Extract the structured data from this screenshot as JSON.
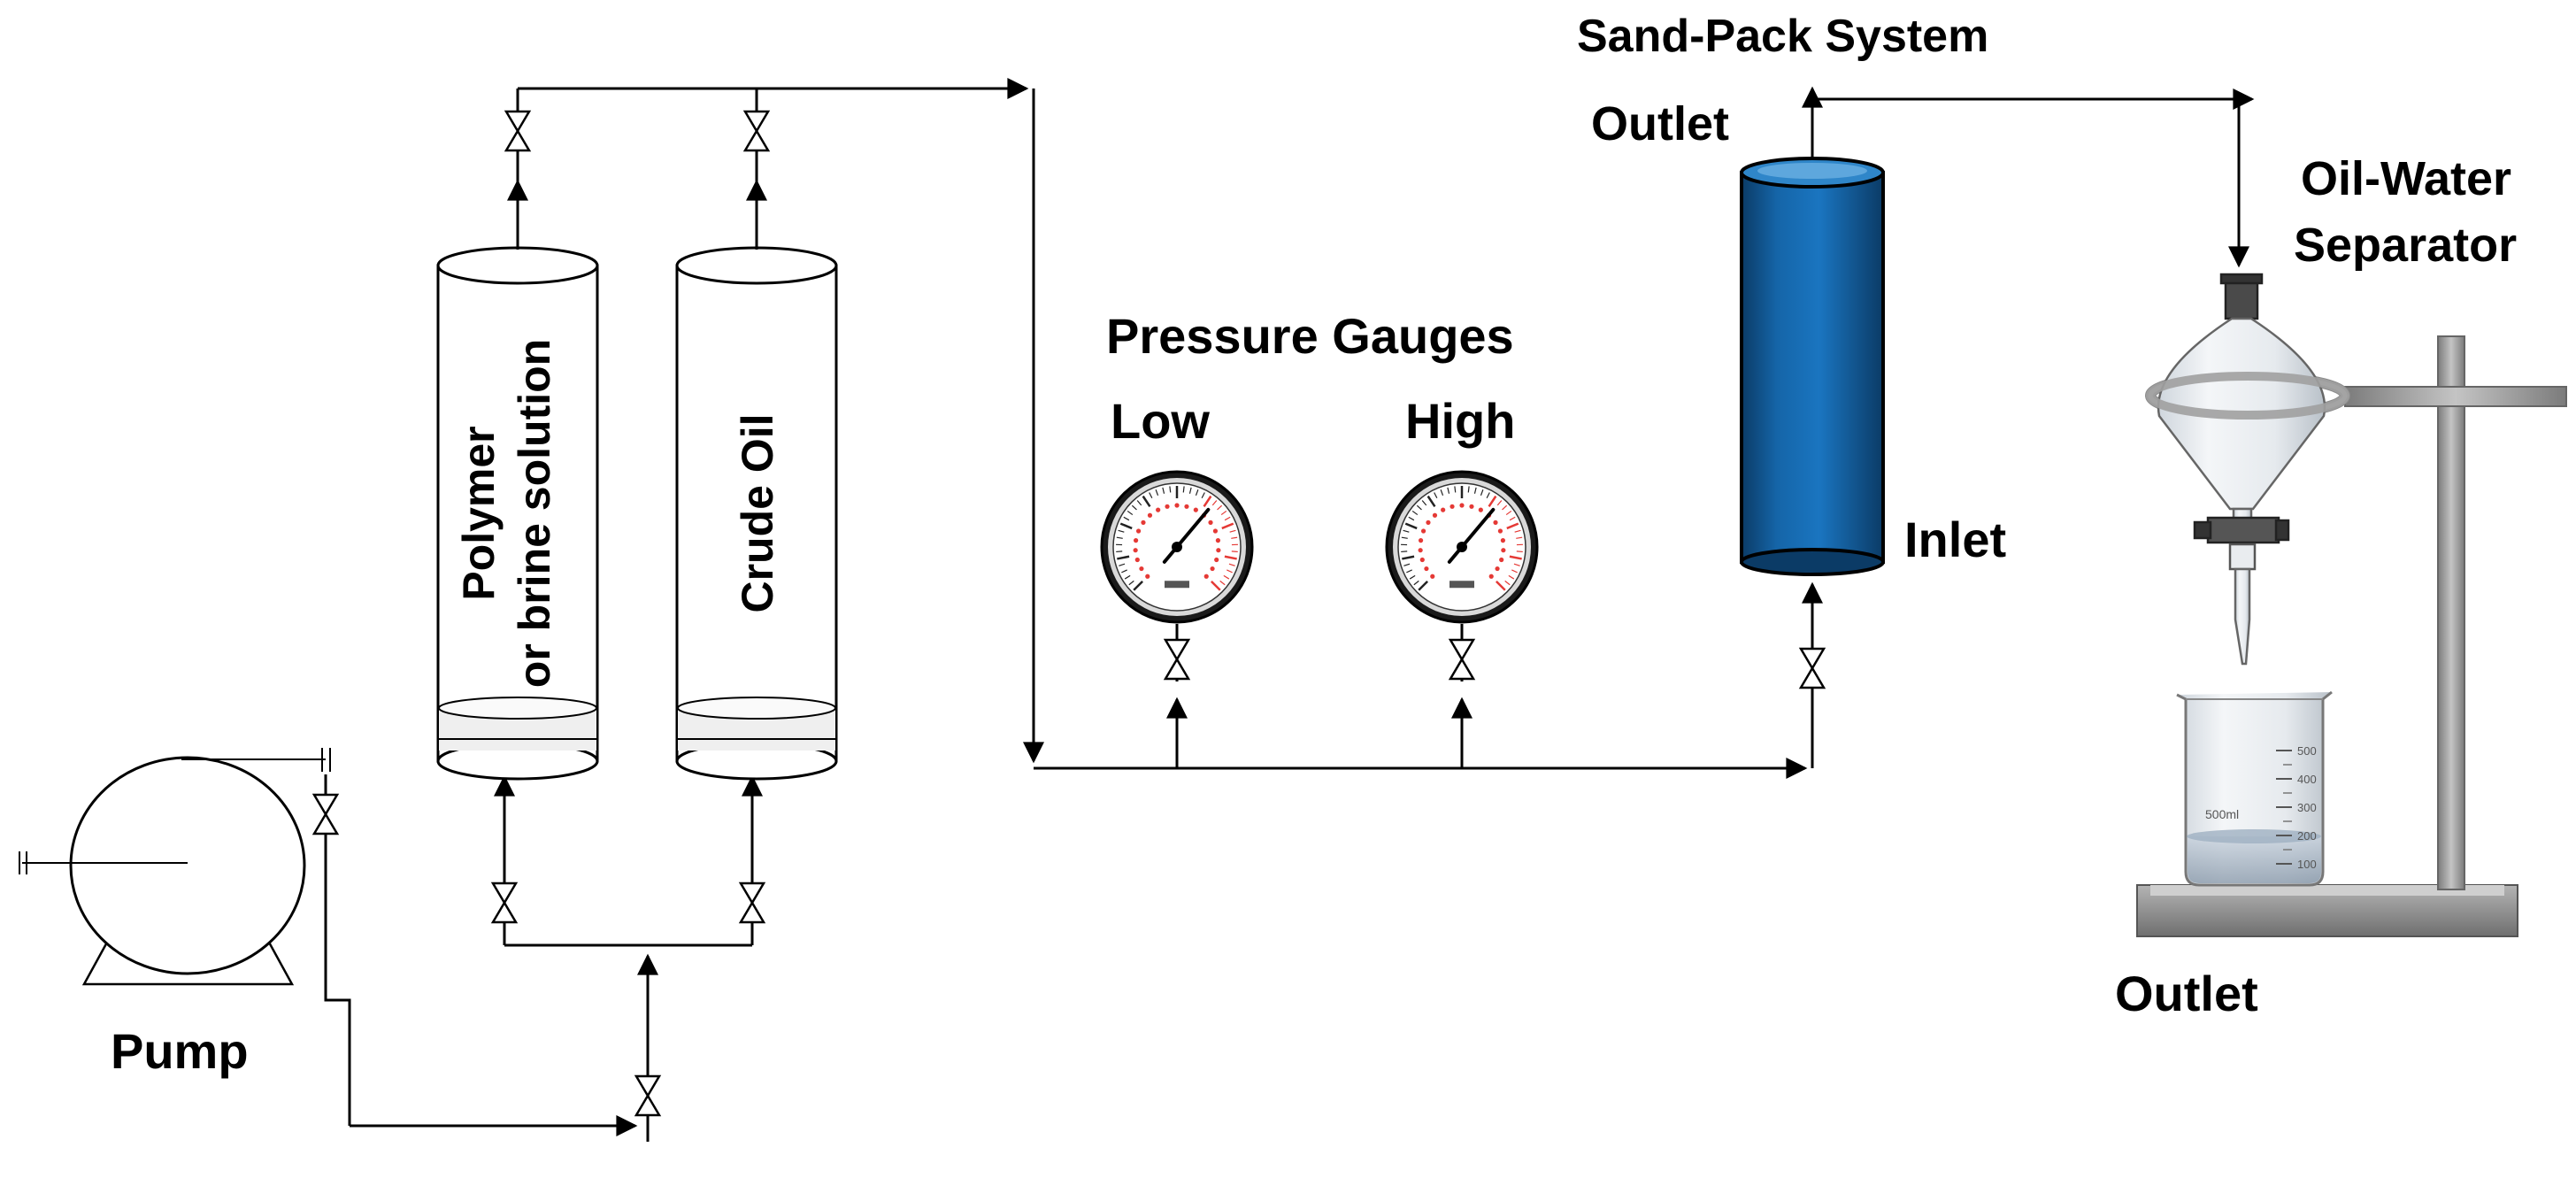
{
  "labels": {
    "pump": "Pump",
    "tank1_line1": "Polymer",
    "tank1_line2": "or brine solution",
    "tank2": "Crude Oil",
    "gauges_title": "Pressure Gauges",
    "gauge_low": "Low",
    "gauge_high": "High",
    "sandpack_title": "Sand-Pack System",
    "sandpack_outlet": "Outlet",
    "sandpack_inlet": "Inlet",
    "separator_line1": "Oil-Water",
    "separator_line2": "Separator",
    "separator_outlet": "Outlet"
  },
  "beaker": {
    "volume_label": "500ml",
    "scale": [
      "500",
      "400",
      "300",
      "200",
      "100"
    ]
  },
  "icons": [
    "pump-icon",
    "valve-icon",
    "arrow-icon",
    "pressure-gauge-icon",
    "sand-pack-column-icon",
    "separatory-funnel-icon",
    "beaker-icon",
    "ring-stand-icon"
  ],
  "colors": {
    "line": "#000000",
    "column_blue": "#1565a8",
    "column_dark": "#0b3b66",
    "stand_gray": "#9a9a9a",
    "gauge_red": "#e53935"
  }
}
